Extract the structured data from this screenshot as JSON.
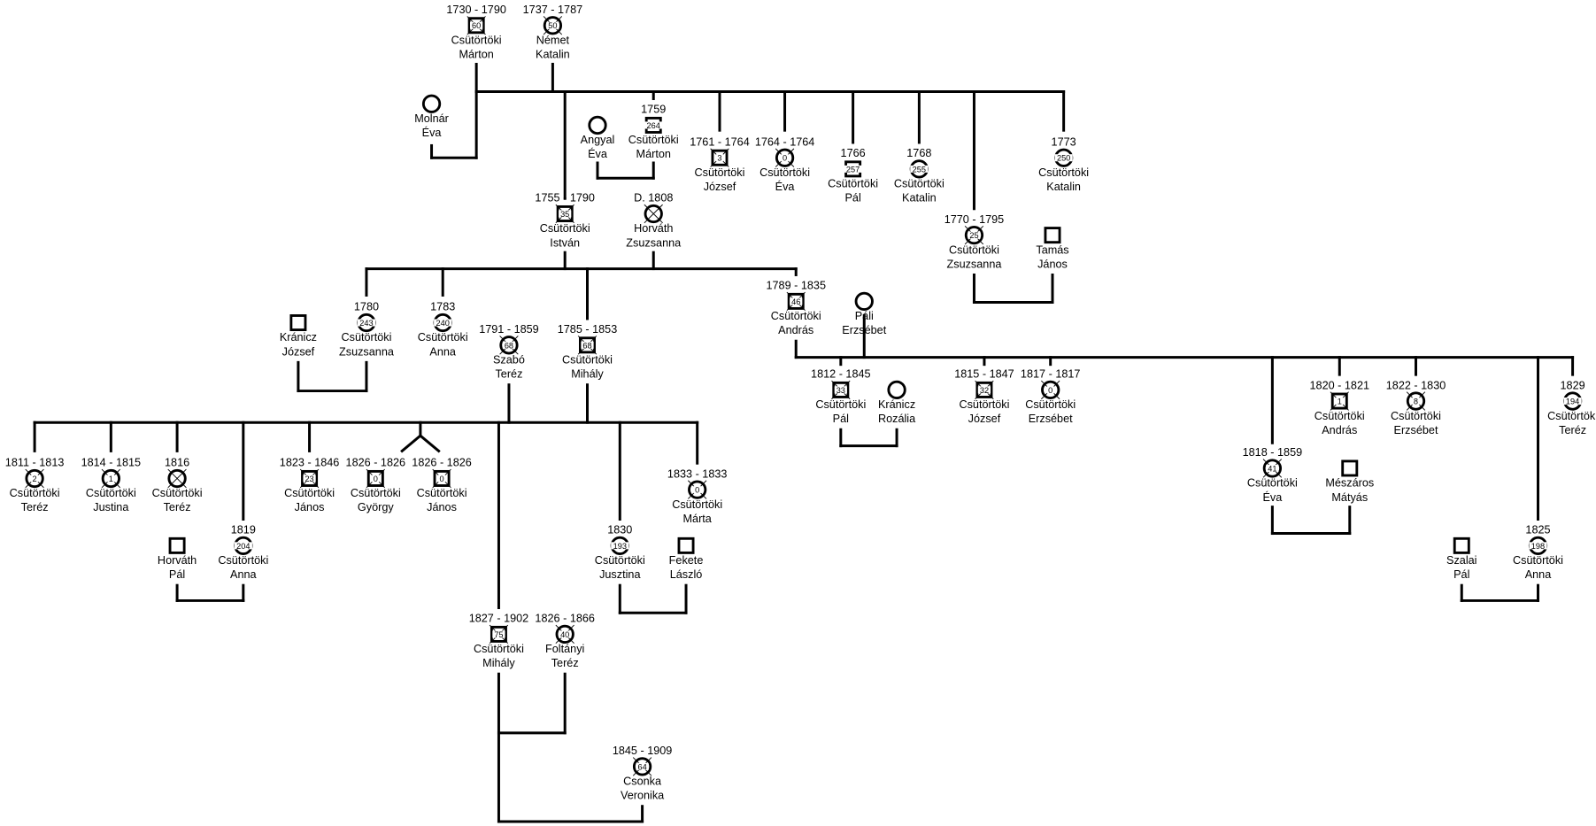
{
  "title": "Family tree",
  "colors": {
    "line": "#000000",
    "background": "#ffffff"
  },
  "persons": [
    {
      "dates": "1730 - 1790",
      "sex": "male",
      "age": "60",
      "deceased": true,
      "name": [
        "Csütörtöki",
        "Márton"
      ]
    },
    {
      "dates": "1737 - 1787",
      "sex": "female",
      "age": "50",
      "deceased": true,
      "name": [
        "Német",
        "Katalin"
      ]
    },
    {
      "dates": "",
      "sex": "female",
      "age": "",
      "deceased": false,
      "name": [
        "Molnár",
        "Éva"
      ]
    },
    {
      "dates": "",
      "sex": "female",
      "age": "",
      "deceased": false,
      "name": [
        "Angyal",
        "Éva"
      ]
    },
    {
      "dates": "1759",
      "sex": "male",
      "age": "264",
      "deceased": false,
      "name": [
        "Csütörtöki",
        "Márton"
      ]
    },
    {
      "dates": "1761 - 1764",
      "sex": "male",
      "age": "3",
      "deceased": true,
      "name": [
        "Csütörtöki",
        "József"
      ]
    },
    {
      "dates": "1764 - 1764",
      "sex": "female",
      "age": "0",
      "deceased": true,
      "name": [
        "Csütörtöki",
        "Éva"
      ]
    },
    {
      "dates": "1766",
      "sex": "male",
      "age": "257",
      "deceased": false,
      "name": [
        "Csütörtöki",
        "Pál"
      ]
    },
    {
      "dates": "1768",
      "sex": "female",
      "age": "255",
      "deceased": false,
      "name": [
        "Csütörtöki",
        "Katalin"
      ]
    },
    {
      "dates": "1773",
      "sex": "female",
      "age": "250",
      "deceased": false,
      "name": [
        "Csütörtöki",
        "Katalin"
      ]
    },
    {
      "dates": "1755 - 1790",
      "sex": "male",
      "age": "35",
      "deceased": true,
      "name": [
        "Csütörtöki",
        "István"
      ]
    },
    {
      "dates": "D. 1808",
      "sex": "female",
      "age": "",
      "deceased": true,
      "name": [
        "Horváth",
        "Zsuzsanna"
      ]
    },
    {
      "dates": "1770 - 1795",
      "sex": "female",
      "age": "25",
      "deceased": true,
      "name": [
        "Csütörtöki",
        "Zsuzsanna"
      ]
    },
    {
      "dates": "",
      "sex": "male",
      "age": "",
      "deceased": false,
      "name": [
        "Tamás",
        "János"
      ]
    },
    {
      "dates": "",
      "sex": "male",
      "age": "",
      "deceased": false,
      "name": [
        "Kránicz",
        "József"
      ]
    },
    {
      "dates": "1780",
      "sex": "female",
      "age": "243",
      "deceased": false,
      "name": [
        "Csütörtöki",
        "Zsuzsanna"
      ]
    },
    {
      "dates": "1783",
      "sex": "female",
      "age": "240",
      "deceased": false,
      "name": [
        "Csütörtöki",
        "Anna"
      ]
    },
    {
      "dates": "1791 - 1859",
      "sex": "female",
      "age": "68",
      "deceased": true,
      "name": [
        "Szabó",
        "Teréz"
      ]
    },
    {
      "dates": "1785 - 1853",
      "sex": "male",
      "age": "68",
      "deceased": true,
      "name": [
        "Csütörtöki",
        "Mihály"
      ]
    },
    {
      "dates": "1789 - 1835",
      "sex": "male",
      "age": "46",
      "deceased": true,
      "name": [
        "Csütörtöki",
        "András"
      ]
    },
    {
      "dates": "",
      "sex": "female",
      "age": "",
      "deceased": false,
      "name": [
        "Páli",
        "Erzsébet"
      ]
    },
    {
      "dates": "1812 - 1845",
      "sex": "male",
      "age": "33",
      "deceased": true,
      "name": [
        "Csütörtöki",
        "Pál"
      ]
    },
    {
      "dates": "",
      "sex": "female",
      "age": "",
      "deceased": false,
      "name": [
        "Kránicz",
        "Rozália"
      ]
    },
    {
      "dates": "1815 - 1847",
      "sex": "male",
      "age": "32",
      "deceased": true,
      "name": [
        "Csütörtöki",
        "József"
      ]
    },
    {
      "dates": "1817 - 1817",
      "sex": "female",
      "age": "0",
      "deceased": true,
      "name": [
        "Csütörtöki",
        "Erzsébet"
      ]
    },
    {
      "dates": "1820 - 1821",
      "sex": "male",
      "age": "1",
      "deceased": true,
      "name": [
        "Csütörtöki",
        "András"
      ]
    },
    {
      "dates": "1822 - 1830",
      "sex": "female",
      "age": "8",
      "deceased": true,
      "name": [
        "Csütörtöki",
        "Erzsébet"
      ]
    },
    {
      "dates": "1829",
      "sex": "female",
      "age": "194",
      "deceased": false,
      "name": [
        "Csütörtöki",
        "Teréz"
      ]
    },
    {
      "dates": "1818 - 1859",
      "sex": "female",
      "age": "41",
      "deceased": true,
      "name": [
        "Csütörtöki",
        "Éva"
      ]
    },
    {
      "dates": "",
      "sex": "male",
      "age": "",
      "deceased": false,
      "name": [
        "Mészáros",
        "Mátyás"
      ]
    },
    {
      "dates": "1811 - 1813",
      "sex": "female",
      "age": "2",
      "deceased": true,
      "name": [
        "Csütörtöki",
        "Teréz"
      ]
    },
    {
      "dates": "1814 - 1815",
      "sex": "female",
      "age": "1",
      "deceased": true,
      "name": [
        "Csütörtöki",
        "Justina"
      ]
    },
    {
      "dates": "1816",
      "sex": "female",
      "age": "",
      "deceased": true,
      "name": [
        "Csütörtöki",
        "Teréz"
      ]
    },
    {
      "dates": "1823 - 1846",
      "sex": "male",
      "age": "23",
      "deceased": true,
      "name": [
        "Csütörtöki",
        "János"
      ]
    },
    {
      "dates": "1826 - 1826",
      "sex": "male",
      "age": "0",
      "deceased": true,
      "name": [
        "Csütörtöki",
        "György"
      ]
    },
    {
      "dates": "1826 - 1826",
      "sex": "male",
      "age": "0",
      "deceased": true,
      "name": [
        "Csütörtöki",
        "János"
      ]
    },
    {
      "dates": "1833 - 1833",
      "sex": "female",
      "age": "0",
      "deceased": true,
      "name": [
        "Csütörtöki",
        "Márta"
      ]
    },
    {
      "dates": "",
      "sex": "male",
      "age": "",
      "deceased": false,
      "name": [
        "Horváth",
        "Pál"
      ]
    },
    {
      "dates": "1819",
      "sex": "female",
      "age": "204",
      "deceased": false,
      "name": [
        "Csütörtöki",
        "Anna"
      ]
    },
    {
      "dates": "1830",
      "sex": "female",
      "age": "193",
      "deceased": false,
      "name": [
        "Csütörtöki",
        "Jusztina"
      ]
    },
    {
      "dates": "",
      "sex": "male",
      "age": "",
      "deceased": false,
      "name": [
        "Fekete",
        "László"
      ]
    },
    {
      "dates": "",
      "sex": "male",
      "age": "",
      "deceased": false,
      "name": [
        "Szalai",
        "Pál"
      ]
    },
    {
      "dates": "1825",
      "sex": "female",
      "age": "198",
      "deceased": false,
      "name": [
        "Csütörtöki",
        "Anna"
      ]
    },
    {
      "dates": "1827 - 1902",
      "sex": "male",
      "age": "75",
      "deceased": true,
      "name": [
        "Csütörtöki",
        "Mihály"
      ]
    },
    {
      "dates": "1826 - 1866",
      "sex": "female",
      "age": "40",
      "deceased": true,
      "name": [
        "Foltányi",
        "Teréz"
      ]
    },
    {
      "dates": "1845 - 1909",
      "sex": "female",
      "age": "64",
      "deceased": true,
      "name": [
        "Csonka",
        "Veronika"
      ]
    }
  ]
}
